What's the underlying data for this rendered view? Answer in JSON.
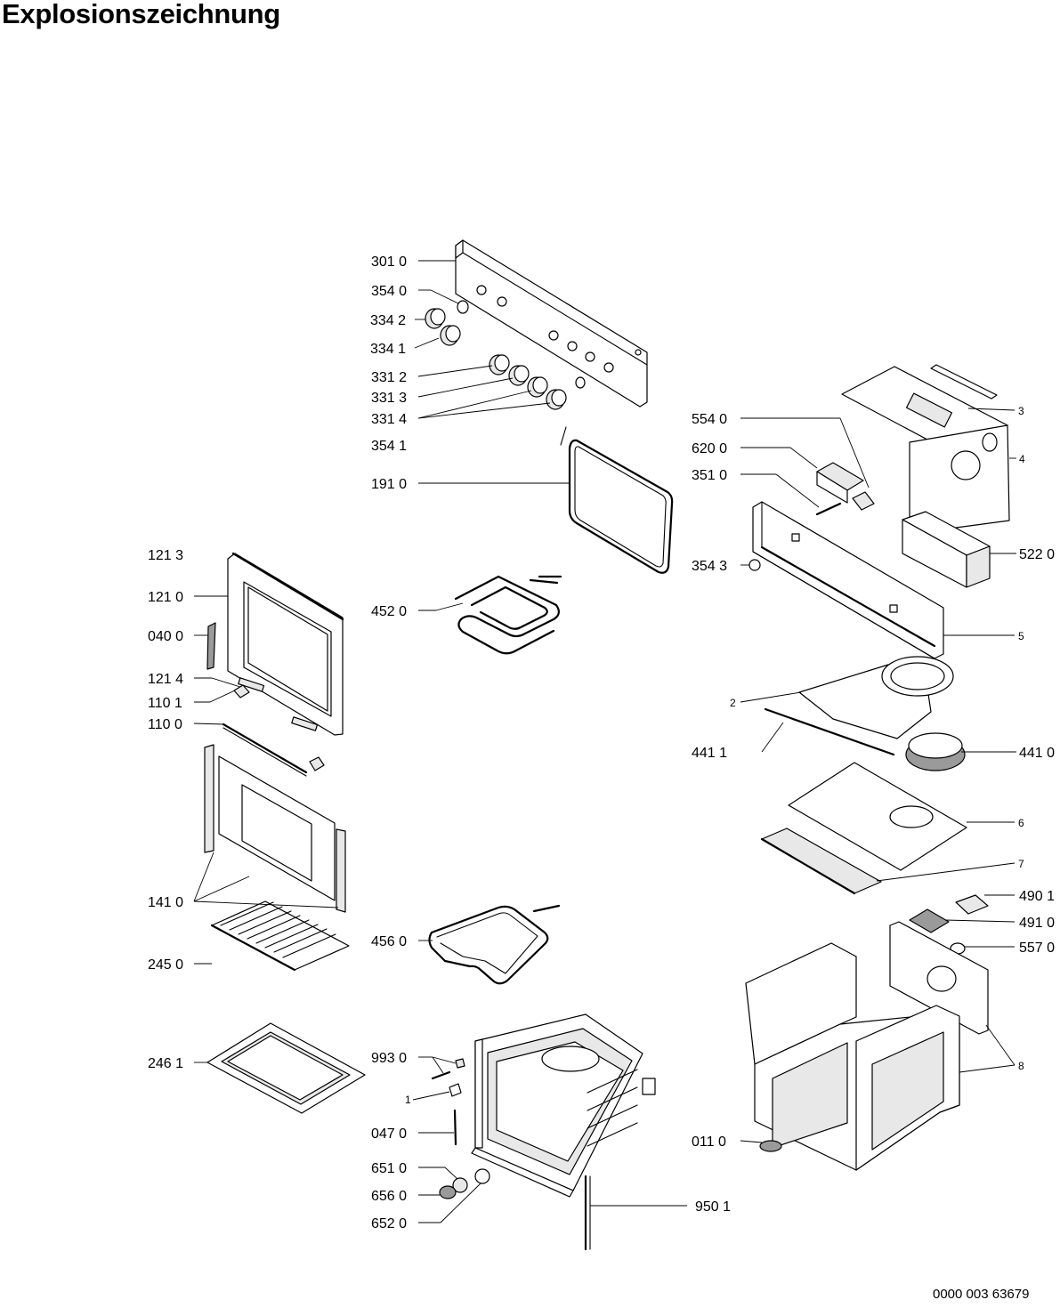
{
  "title": "Explosionszeichnung",
  "document_number": "0000 003 63679",
  "part_labels": {
    "p301_0": "301 0",
    "p354_0": "354 0",
    "p334_2": "334 2",
    "p334_1": "334 1",
    "p331_2": "331 2",
    "p331_3": "331 3",
    "p331_4": "331 4",
    "p354_1": "354 1",
    "p191_0": "191 0",
    "p121_3": "121 3",
    "p121_0": "121 0",
    "p040_0": "040 0",
    "p121_4": "121 4",
    "p110_1": "110 1",
    "p110_0": "110 0",
    "p452_0": "452 0",
    "p141_0": "141 0",
    "p245_0": "245 0",
    "p246_1": "246 1",
    "p456_0": "456 0",
    "p993_0": "993 0",
    "p1": "1",
    "p047_0": "047 0",
    "p651_0": "651 0",
    "p656_0": "656 0",
    "p652_0": "652 0",
    "p950_1": "950 1",
    "p554_0": "554 0",
    "p620_0": "620 0",
    "p351_0": "351 0",
    "p354_3": "354 3",
    "p3": "3",
    "p4": "4",
    "p522_0": "522 0",
    "p5": "5",
    "p2": "2",
    "p441_1": "441 1",
    "p441_0": "441 0",
    "p6": "6",
    "p7": "7",
    "p490_1": "490 1",
    "p491_0": "491 0",
    "p557_0": "557 0",
    "p8": "8",
    "p011_0": "011 0"
  }
}
